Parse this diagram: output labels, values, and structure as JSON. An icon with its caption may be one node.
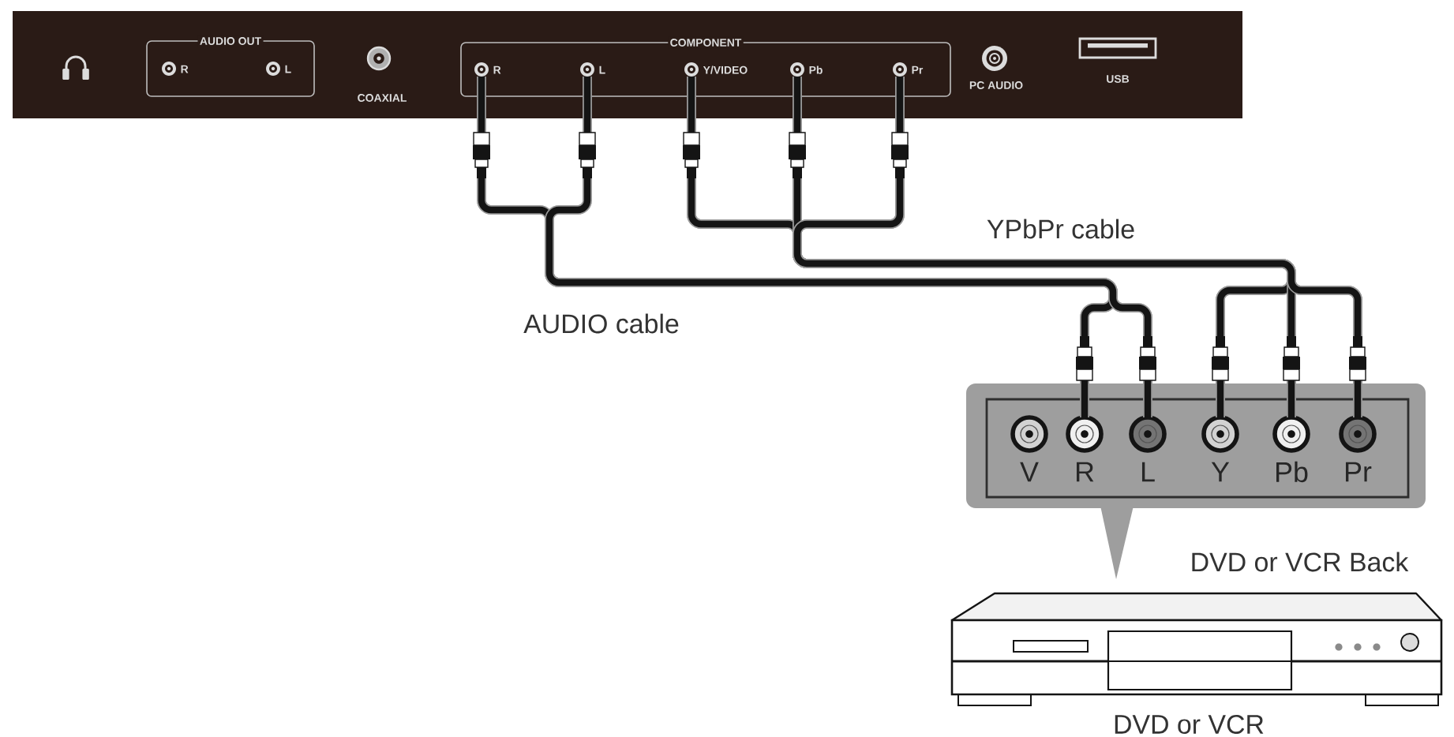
{
  "diagram": {
    "nodes": [
      {
        "text": [],
        "shape": "bar"
      },
      {
        "text": [
          "AUDIO OUT"
        ],
        "in": 0
      },
      {
        "text": [],
        "shape": "circle",
        "beside": [
          "R"
        ],
        "in": 1
      },
      {
        "text": [],
        "shape": "circle",
        "beside": [
          "L"
        ],
        "in": 1
      },
      {
        "text": [],
        "shape": "circle",
        "beside": [
          "COAXIAL"
        ],
        "in": 0
      },
      {
        "text": [
          "COMPONENT"
        ],
        "in": 0
      },
      {
        "text": [],
        "shape": "circle",
        "beside": [
          "R"
        ],
        "in": 5
      },
      {
        "text": [],
        "shape": "circle",
        "beside": [
          "L"
        ],
        "in": 5
      },
      {
        "text": [],
        "shape": "circle",
        "beside": [
          "Y/VIDEO"
        ],
        "in": 5
      },
      {
        "text": [],
        "shape": "circle",
        "beside": [
          "Pb"
        ],
        "in": 5
      },
      {
        "text": [],
        "shape": "circle",
        "beside": [
          "Pr"
        ],
        "in": 5
      },
      {
        "text": [],
        "shape": "circle",
        "beside": [
          "PC AUDIO"
        ],
        "in": 0
      },
      {
        "text": [],
        "shape": "box",
        "beside": [
          "USB"
        ],
        "in": 0
      },
      {
        "text": [],
        "shape": "box",
        "beside": [
          "DVD or VCR Back"
        ]
      },
      {
        "text": [],
        "shape": "circle",
        "beside": [
          "V"
        ],
        "in": 13
      },
      {
        "text": [],
        "shape": "circle",
        "beside": [
          "R"
        ],
        "in": 13
      },
      {
        "text": [],
        "shape": "circle",
        "beside": [
          "L"
        ],
        "in": 13
      },
      {
        "text": [],
        "shape": "circle",
        "beside": [
          "Y"
        ],
        "in": 13
      },
      {
        "text": [],
        "shape": "circle",
        "beside": [
          "Pb"
        ],
        "in": 13
      },
      {
        "text": [],
        "shape": "circle",
        "beside": [
          "Pr"
        ],
        "in": 13
      }
    ],
    "edges": [
      {
        "from": 6,
        "to": 15,
        "arrow": "none"
      },
      {
        "from": 6,
        "to": 16,
        "arrow": "none"
      },
      {
        "from": 7,
        "to": 15,
        "arrow": "none"
      },
      {
        "from": 7,
        "to": 16,
        "arrow": "none"
      },
      {
        "from": 8,
        "to": 17,
        "arrow": "none"
      },
      {
        "from": 8,
        "to": 18,
        "arrow": "none"
      },
      {
        "from": 8,
        "to": 19,
        "arrow": "none"
      },
      {
        "from": 9,
        "to": 17,
        "arrow": "none"
      },
      {
        "from": 9,
        "to": 18,
        "arrow": "none"
      },
      {
        "from": 9,
        "to": 19,
        "arrow": "none"
      },
      {
        "from": 10,
        "to": 17,
        "arrow": "none"
      },
      {
        "from": 10,
        "to": 18,
        "arrow": "none"
      },
      {
        "from": 10,
        "to": 19,
        "arrow": "none"
      }
    ],
    "labels": [
      "YPbPr cable",
      "AUDIO cable",
      "DVD or VCR"
    ]
  }
}
